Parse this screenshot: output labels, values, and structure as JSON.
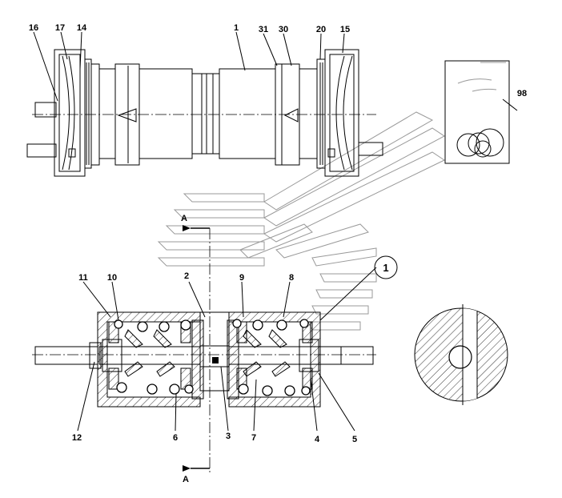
{
  "callouts": {
    "top_view": [
      "16",
      "17",
      "14",
      "1",
      "31",
      "30",
      "20",
      "15"
    ],
    "bottom_view": [
      "11",
      "10",
      "2",
      "9",
      "8",
      "12",
      "6",
      "3",
      "7",
      "4",
      "5"
    ],
    "kit": "98",
    "detail": "1"
  },
  "section_marks": {
    "top": "A",
    "bottom": "A"
  }
}
